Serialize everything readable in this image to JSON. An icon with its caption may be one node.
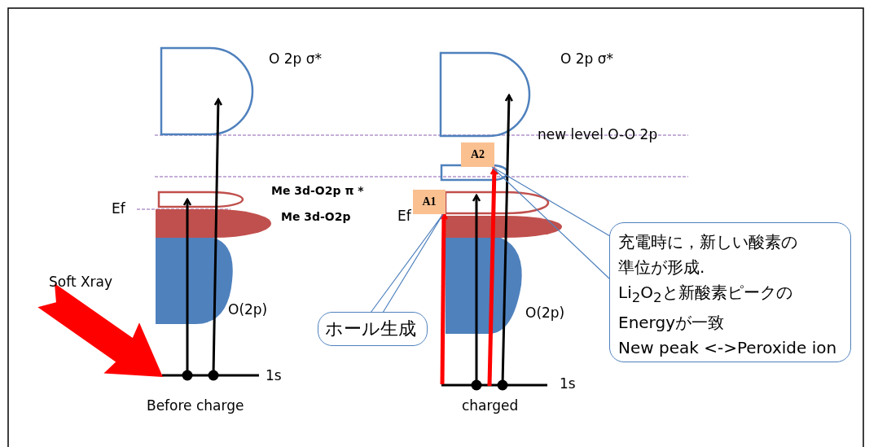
{
  "diagram": {
    "nodes": [
      {
        "text": [
          "A1"
        ]
      },
      {
        "text": [
          "A2"
        ]
      },
      {
        "text": [
          "ホール生成"
        ]
      },
      {
        "text": [
          "充電時に，新しい酸素の準位が形成.",
          "Li$_{2}$O$_{2}$と新酸素ピークのEnergyが一致",
          "New peak  <->Peroxide ion"
        ]
      }
    ],
    "edges": [
      {
        "from": 2,
        "to": 0,
        "arrow": "none"
      },
      {
        "from": 3,
        "to": 1,
        "arrow": "none"
      }
    ],
    "labels": [
      "O 2p σ*",
      "O 2p σ*",
      "new level O-O 2p",
      "Me 3d-O2p π *",
      "Ef",
      "Me 3d-O2p",
      "Ef",
      "Soft Xray",
      "O(2p)",
      "O(2p)",
      "1s",
      "1s",
      "Before charge",
      "charged"
    ]
  }
}
